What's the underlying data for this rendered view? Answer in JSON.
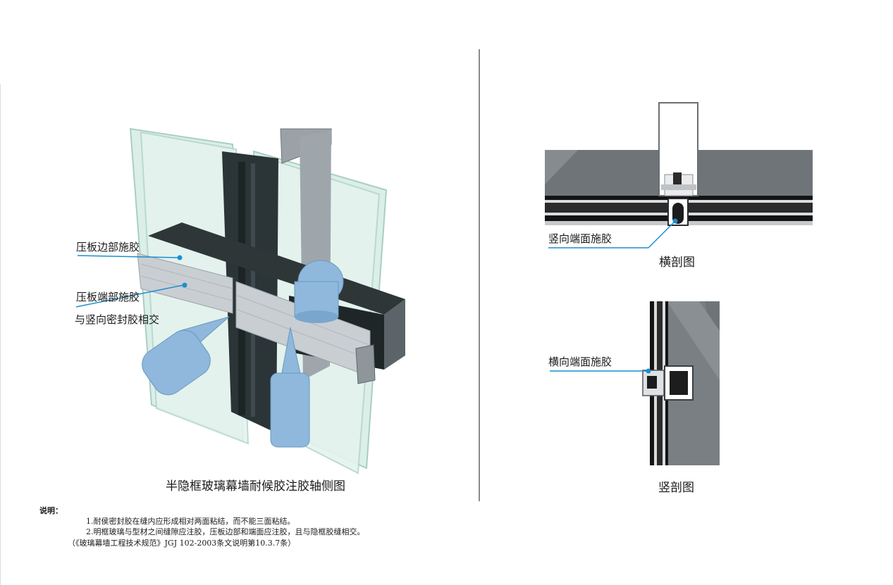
{
  "axonometric": {
    "caption": "半隐框玻璃幕墙耐候胶注胶轴侧图",
    "labels": {
      "press_edge": "压板边部施胶",
      "press_end_1": "压板端部施胶",
      "press_end_2": "与竖向密封胶相交"
    }
  },
  "horizontal_section": {
    "caption": "横剖图",
    "label": "竖向端面施胶"
  },
  "vertical_section": {
    "caption": "竖剖图",
    "label": "横向端面施胶"
  },
  "notes": {
    "heading": "说明：",
    "lines": [
      "1.耐侯密封胶在缝内应形成相对两面粘结，而不能三面粘结。",
      "2.明框玻璃与型材之间缝隙应注胶，压板边部和端面应注胶，且与隐框胶缝相交。",
      "（《玻璃幕墙工程技术规范》JGJ 102-2003条文说明第10.3.7条）"
    ]
  },
  "colors": {
    "glass": "#d8efe6",
    "glass_edge": "#a9cfc1",
    "aluminium": "#c9ced3",
    "mullion_dark": "#2b3436",
    "panel_grey": "#6f7479",
    "sealant_blue": "#8fb8dc",
    "leader_blue": "#1a8fd0"
  }
}
